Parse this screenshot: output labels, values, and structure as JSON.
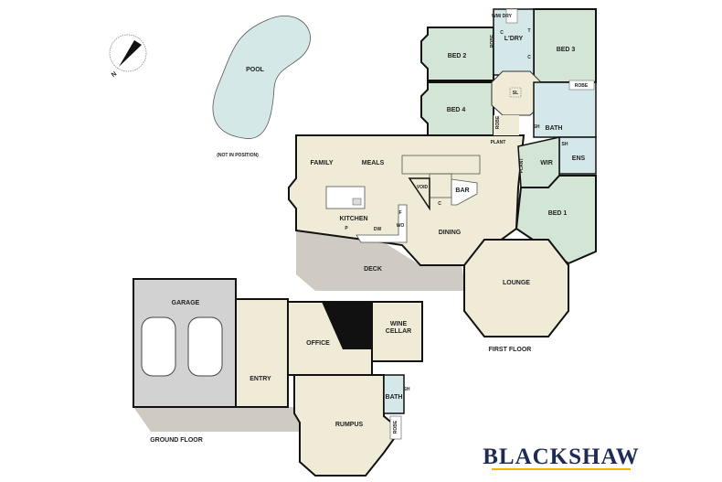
{
  "compass": {
    "north_label": "N"
  },
  "pool": {
    "label": "POOL",
    "note": "(NOT IN POSITION)"
  },
  "first_floor": {
    "title": "FIRST FLOOR",
    "rooms": {
      "bed2": "BED 2",
      "bed3": "BED 3",
      "bed4": "BED 4",
      "bed1": "BED 1",
      "laundry": "L'DRY",
      "wm_dry": "WM/ DRY",
      "robe_bed2": "ROBE",
      "robe_bed3": "ROBE",
      "robe_bed4": "ROBE",
      "skylight": "SL",
      "bath": "BATH",
      "shower_bath": "SH",
      "shower_ens": "SH",
      "wir": "WIR",
      "ens": "ENS",
      "plant1": "PLANT",
      "plant2": "PLANT",
      "linen_c1": "C",
      "linen_c2": "C",
      "tub_t": "T",
      "family": "FAMILY",
      "meals": "MEALS",
      "void": "VOID",
      "bar": "BAR",
      "cupboard": "C",
      "kitchen": "KITCHEN",
      "pantry": "P",
      "dishwasher": "DW",
      "fridge": "F",
      "wall_oven": "WO",
      "dining": "DINING",
      "deck": "DECK",
      "lounge": "LOUNGE"
    }
  },
  "ground_floor": {
    "title": "GROUND FLOOR",
    "rooms": {
      "garage": "GARAGE",
      "entry": "ENTRY",
      "office": "OFFICE",
      "wine_cellar_1": "WINE",
      "wine_cellar_2": "CELLAR",
      "bath": "BATH",
      "shower": "SH",
      "robe": "ROBE",
      "rumpus": "RUMPUS"
    }
  },
  "brand": {
    "name": "BLACKSHAW",
    "color": "#1e2b57",
    "underline_color": "#f2b400"
  },
  "colors": {
    "bedroom": "#d3e5d4",
    "living": "#efebd6",
    "wet": "#d4e8ea",
    "deck": "#cfcac2",
    "garage": "#d2d2d2",
    "pool": "#d5e8e8"
  }
}
